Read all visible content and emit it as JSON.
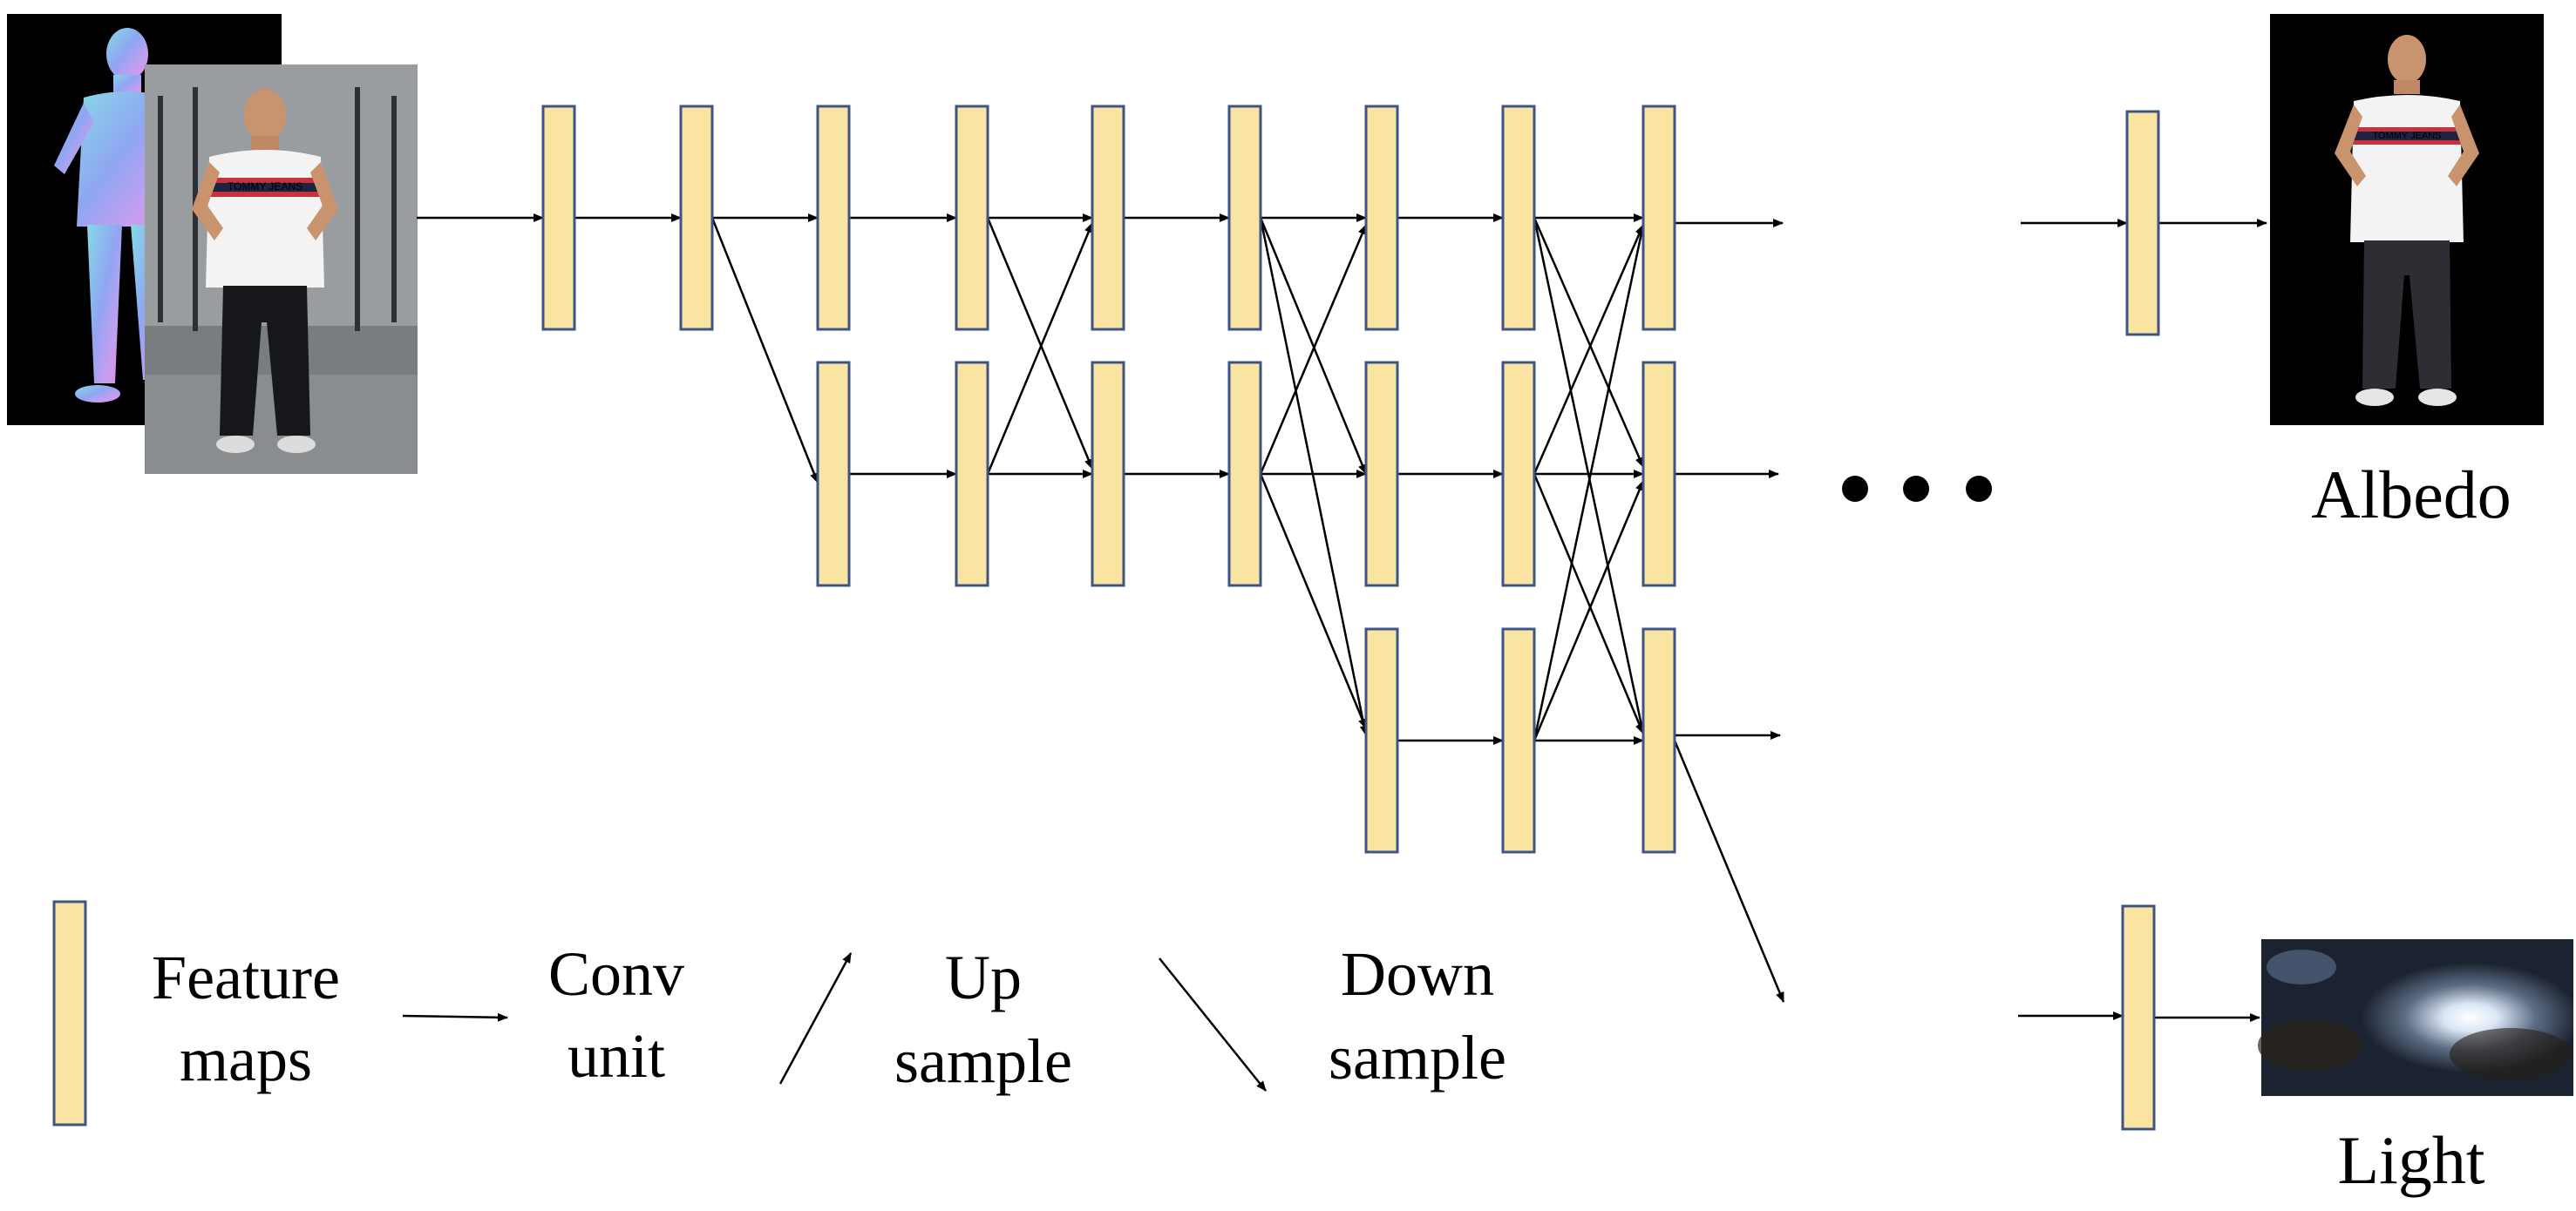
{
  "labels": {
    "albedo": "Albedo",
    "light": "Light",
    "ellipsis": "● ● ●"
  },
  "legend": {
    "feature_maps": [
      "Feature",
      "maps"
    ],
    "conv_unit": [
      "Conv",
      "unit"
    ],
    "up_sample": [
      "Up",
      "sample"
    ],
    "down_sample": [
      "Down",
      "sample"
    ]
  },
  "photo_text": {
    "shirt": "TOMMY JEANS"
  },
  "colors": {
    "feature_fill": "#f9e4a2",
    "feature_stroke": "#3f5486",
    "arrow": "#000000",
    "ellipsis": "#000000"
  },
  "icons": {
    "input_normal_map": "normal-map-image",
    "input_photo": "person-photo-image",
    "albedo_output": "albedo-image",
    "light_output": "light-map-image"
  }
}
